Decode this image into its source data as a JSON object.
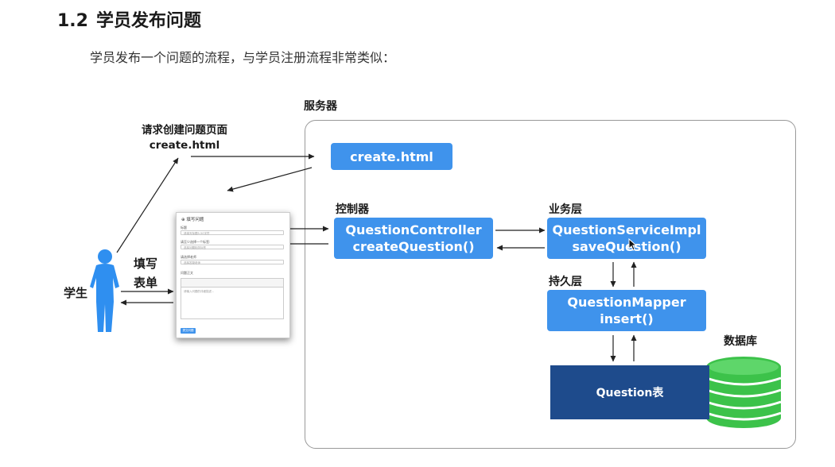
{
  "heading": {
    "number": "1.2",
    "title": "学员发布问题"
  },
  "intro": "学员发布一个问题的流程，与学员注册流程非常类似：",
  "server": {
    "title": "服务器"
  },
  "request": {
    "line1": "请求创建问题页面",
    "line2": "create.html"
  },
  "student": {
    "label": "学生",
    "fill_line1": "填写",
    "fill_line2": "表单"
  },
  "create_html": "create.html",
  "controller": {
    "label": "控制器",
    "line1": "QuestionController",
    "line2": "createQuestion()"
  },
  "service": {
    "label": "业务层",
    "line1": "QuestionServiceImpl",
    "line2": "saveQuestion()"
  },
  "persistence": {
    "label": "持久层",
    "line1": "QuestionMapper",
    "line2": "insert()"
  },
  "database": {
    "label": "数据库",
    "table": "Question表"
  },
  "form": {
    "title": "填写问题",
    "title_label": "标题",
    "title_placeholder": "请填写标题5-50字符",
    "tag_label": "请至少选择一个标签:",
    "tag_value": "选择问题相关标签",
    "teacher_label": "请选择老师",
    "teacher_value": "选择答疑老师",
    "body_label": "问题正文",
    "body_placeholder": "请输入问题的详细描述...",
    "submit": "提交问题"
  },
  "colors": {
    "box_blue": "#3f93ec",
    "db_navy": "#1e4b8c",
    "db_green": "#3cc24a",
    "figure_blue": "#2f8ff0"
  }
}
